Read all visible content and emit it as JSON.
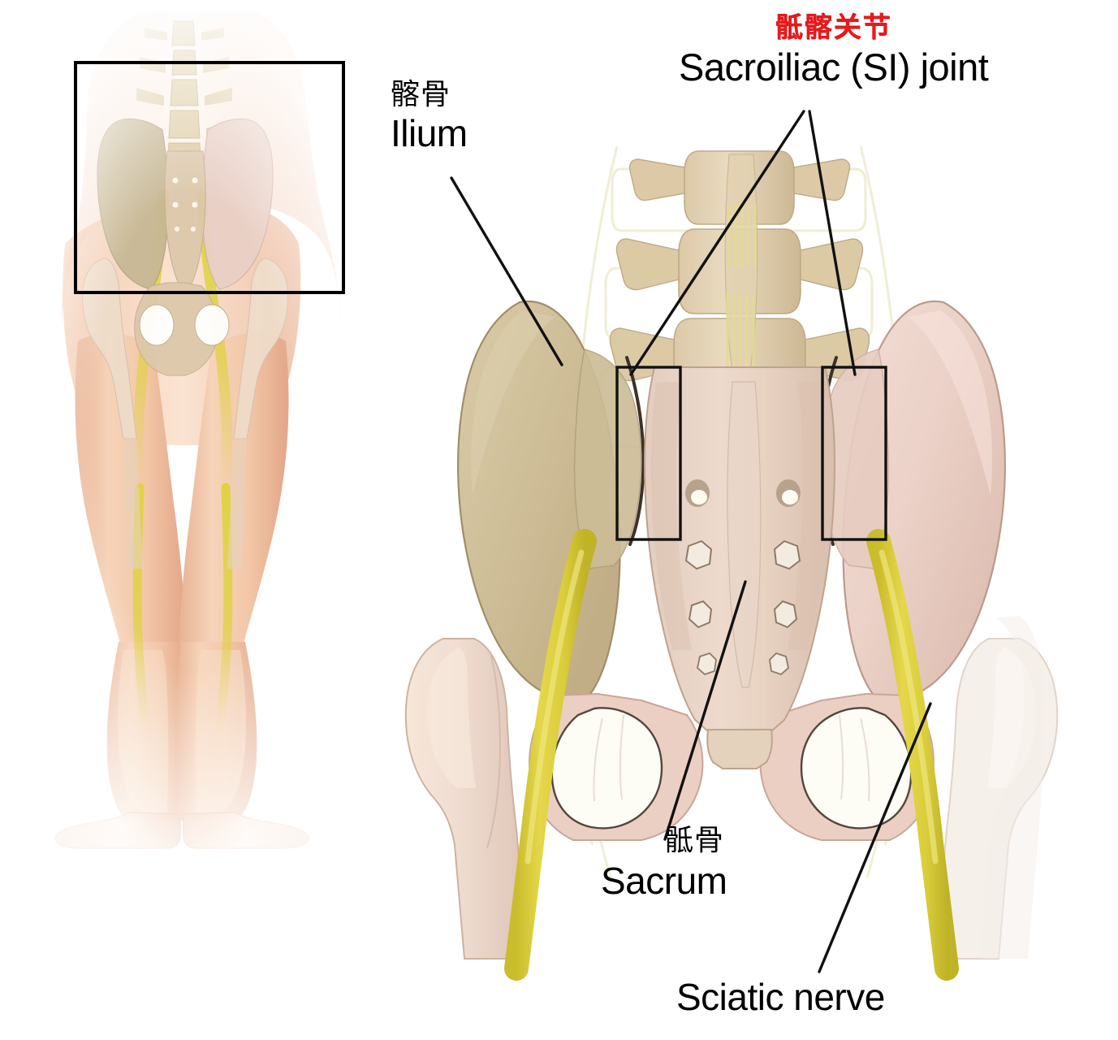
{
  "figure": {
    "type": "anatomical-illustration",
    "subject": "Posterior view of pelvis showing sacroiliac joints and sciatic nerve",
    "background_color": "#ffffff"
  },
  "title": {
    "cn": "骶髂关节",
    "en": "Sacroiliac (SI) joint",
    "cn_color": "#e8191b",
    "en_color": "#000000"
  },
  "labels": {
    "ilium": {
      "cn": "髂骨",
      "en": "Ilium"
    },
    "sacrum": {
      "cn": "骶骨",
      "en": "Sacrum"
    },
    "sciatic": {
      "cn": "",
      "en": "Sciatic nerve"
    }
  },
  "colors": {
    "skin": "#f3c9ab",
    "skin_shadow": "#e4ab8c",
    "bone_pink": "#ecd2c8",
    "bone_tan": "#cfbf99",
    "bone_cream": "#e7dcc2",
    "nerve_yellow": "#ddd13c",
    "nerve_yellow_pale": "#eae7a8",
    "disc_purple": "#aaa0cc",
    "outline": "#4a3b33",
    "callout_black": "#111111",
    "foramen_white": "#fdfdf5"
  },
  "annotations": {
    "inset_box": {
      "label": "inset-highlight-rectangle",
      "stroke": "#000000",
      "stroke_width": 4
    },
    "si_joint_box_left": {
      "label": "si-joint-highlight-left",
      "stroke": "#111111",
      "stroke_width": 3
    },
    "si_joint_box_right": {
      "label": "si-joint-highlight-right",
      "stroke": "#111111",
      "stroke_width": 3
    },
    "leader_lines": 5
  },
  "panels": {
    "inset": {
      "name": "lower-body-posterior-inset",
      "description": "Full lower body posterior view with pelvis, spine and sciatic nerves"
    },
    "main": {
      "name": "pelvis-detail-view",
      "description": "Enlarged posterior pelvis with lumbar vertebrae, sacrum, ilia, femurs and sciatic nerves"
    }
  }
}
